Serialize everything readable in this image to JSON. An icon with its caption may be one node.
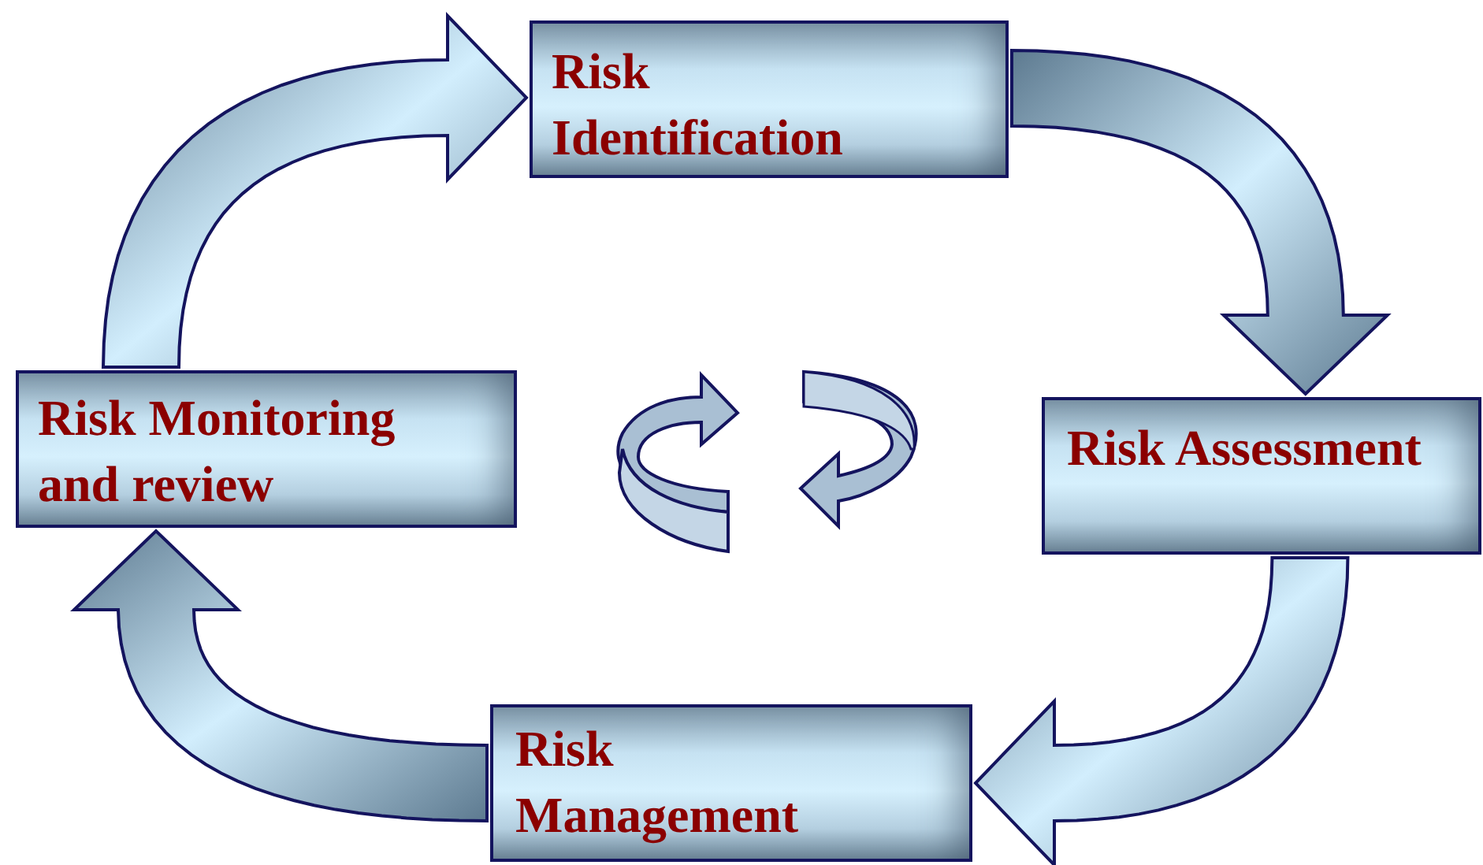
{
  "diagram": {
    "nodes": [
      {
        "text": [
          "Risk Identification"
        ]
      },
      {
        "text": [
          "Risk Assessment"
        ]
      },
      {
        "text": [
          "Risk Management"
        ]
      },
      {
        "text": [
          "Risk Monitoring and review"
        ]
      }
    ],
    "edges": [
      {
        "from": 0,
        "to": 1,
        "arrow": "to"
      },
      {
        "from": 1,
        "to": 2,
        "arrow": "to"
      },
      {
        "from": 2,
        "to": 3,
        "arrow": "to"
      },
      {
        "from": 3,
        "to": 0,
        "arrow": "to"
      }
    ]
  }
}
